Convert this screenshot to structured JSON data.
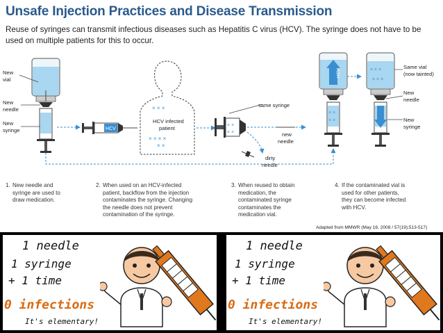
{
  "header": {
    "title": "Unsafe Injection Practices and Disease Transmission",
    "subtitle": "Reuse of syringes can transmit infectious diseases such as Hepatitis C virus (HCV). The syringe does not have to be used on multiple patients for this to occur."
  },
  "diagram": {
    "labels": {
      "new_vial": [
        "New",
        "vial"
      ],
      "new_needle": [
        "New",
        "needle"
      ],
      "new_syringe": [
        "New",
        "syringe"
      ],
      "patient": [
        "HCV infected",
        "patient"
      ],
      "hcv_tag": "HCV",
      "same_syringe": "same syringe",
      "new_needle_mid": [
        "new",
        "needle"
      ],
      "dirty_needle": [
        "dirty",
        "needle"
      ],
      "same_vial": [
        "Same vial",
        "(now tainted)"
      ],
      "new_needle_right": [
        "New",
        "needle"
      ],
      "new_syringe_right": [
        "New",
        "syringe"
      ]
    },
    "steps": [
      {
        "num": "1.",
        "lines": [
          "New needle and",
          "syringe are used to",
          "draw medication."
        ]
      },
      {
        "num": "2.",
        "lines": [
          "When used on an HCV-infected",
          "patient, backflow from the injection",
          "contaminates the syringe. Changing",
          "the needle does not prevent",
          "contamination of the syringe."
        ]
      },
      {
        "num": "3.",
        "lines": [
          "When reused to obtain",
          "medication, the",
          "contaminated syringe",
          "contaminates the",
          "medication vial."
        ]
      },
      {
        "num": "4.",
        "lines": [
          "If the contaminated vial is",
          "used for other patients,",
          "they can become infected",
          "with HCV."
        ]
      }
    ],
    "credit": "Adapted from MMWR (May 16, 2008 / 57(19);513-517)"
  },
  "posters": [
    {
      "line1": "1 needle",
      "line2": "1 syringe",
      "line3": "+ 1 time",
      "line4": "0 infections",
      "line5": "It's elementary!"
    },
    {
      "line1": "1 needle",
      "line2": "1 syringe",
      "line3": "+ 1 time",
      "line4": "0 infections",
      "line5": "It's elementary!"
    }
  ],
  "colors": {
    "title_blue": "#2a5a8c",
    "fluid_blue": "#a9d6f0",
    "arrow_blue": "#3b8fd0",
    "poster_orange": "#d96a10"
  }
}
